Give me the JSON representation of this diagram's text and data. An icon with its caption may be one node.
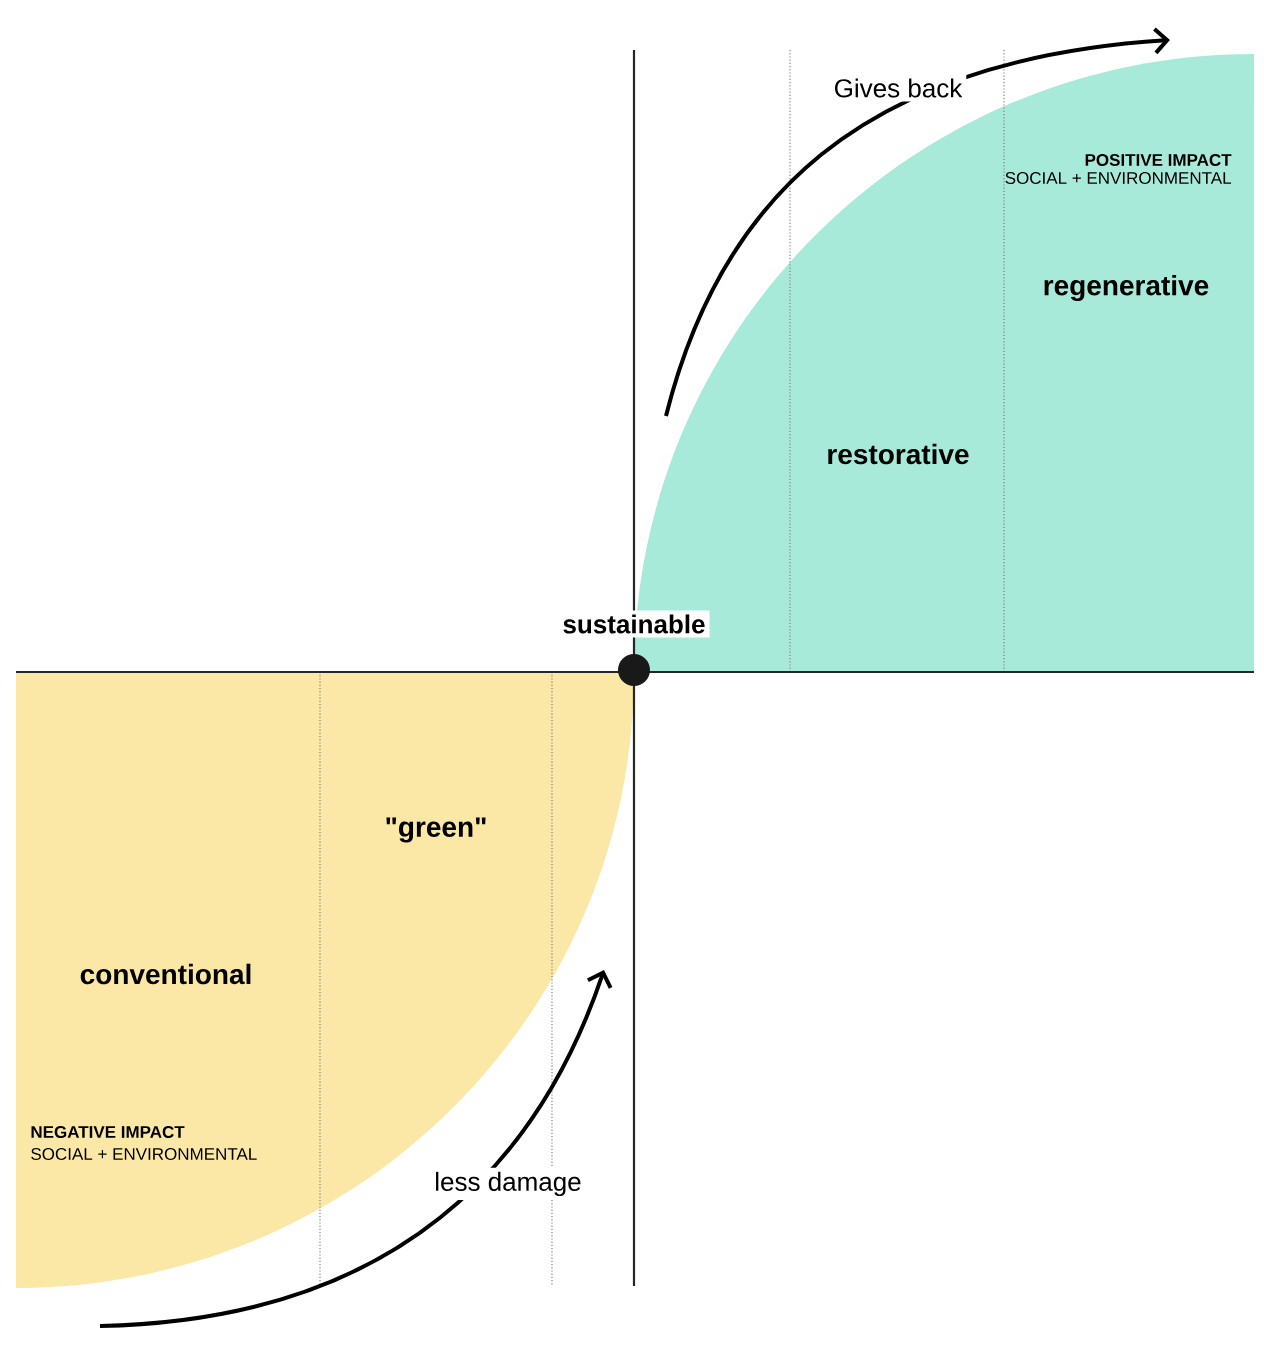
{
  "diagram": {
    "nodes": [
      {
        "text": [
          "POSITIVE IMPACT",
          "SOCIAL + ENVIRONMENTAL",
          "regenerative",
          "restorative"
        ]
      },
      {
        "text": [
          "\"green\"",
          "conventional",
          "NEGATIVE IMPACT",
          "SOCIAL + ENVIRONMENTAL"
        ]
      },
      {
        "text": [],
        "shape": "circle"
      }
    ],
    "labels": [
      "Gives back",
      "sustainable",
      "less damage"
    ]
  }
}
